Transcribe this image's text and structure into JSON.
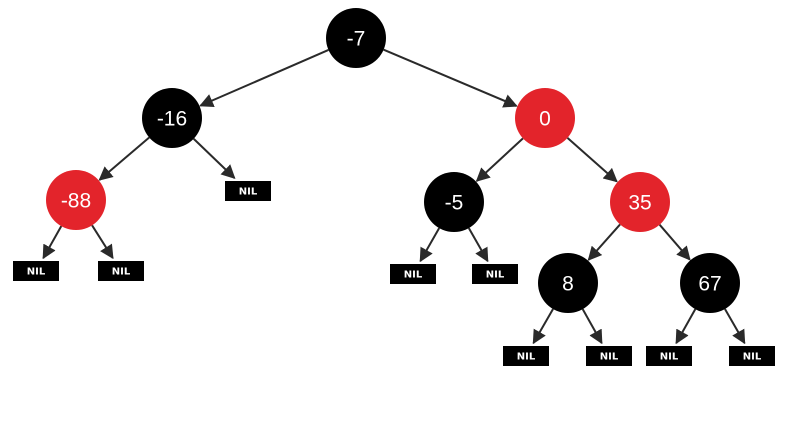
{
  "colors": {
    "red": "#e3242b",
    "black": "#000000",
    "edge": "#2a2a2a",
    "nil_fill": "#000000",
    "text": "#ffffff"
  },
  "nodes": [
    {
      "id": "n-7",
      "label": "-7",
      "color": "black"
    },
    {
      "id": "n-16",
      "label": "-16",
      "color": "black"
    },
    {
      "id": "n0",
      "label": "0",
      "color": "red"
    },
    {
      "id": "n-88",
      "label": "-88",
      "color": "red"
    },
    {
      "id": "n-5",
      "label": "-5",
      "color": "black"
    },
    {
      "id": "n35",
      "label": "35",
      "color": "red"
    },
    {
      "id": "n8",
      "label": "8",
      "color": "black"
    },
    {
      "id": "n67",
      "label": "67",
      "color": "black"
    }
  ],
  "nil_label": "NIL",
  "nils": [
    {
      "id": "nil-16r"
    },
    {
      "id": "nil-88l"
    },
    {
      "id": "nil-88r"
    },
    {
      "id": "nil-5l"
    },
    {
      "id": "nil-5r"
    },
    {
      "id": "nil-8l"
    },
    {
      "id": "nil-8r"
    },
    {
      "id": "nil-67l"
    },
    {
      "id": "nil-67r"
    }
  ],
  "edges": [
    [
      "n-7",
      "n-16"
    ],
    [
      "n-7",
      "n0"
    ],
    [
      "n-16",
      "n-88"
    ],
    [
      "n-16",
      "nil-16r"
    ],
    [
      "n-88",
      "nil-88l"
    ],
    [
      "n-88",
      "nil-88r"
    ],
    [
      "n0",
      "n-5"
    ],
    [
      "n0",
      "n35"
    ],
    [
      "n-5",
      "nil-5l"
    ],
    [
      "n-5",
      "nil-5r"
    ],
    [
      "n35",
      "n8"
    ],
    [
      "n35",
      "n67"
    ],
    [
      "n8",
      "nil-8l"
    ],
    [
      "n8",
      "nil-8r"
    ],
    [
      "n67",
      "nil-67l"
    ],
    [
      "n67",
      "nil-67r"
    ]
  ]
}
